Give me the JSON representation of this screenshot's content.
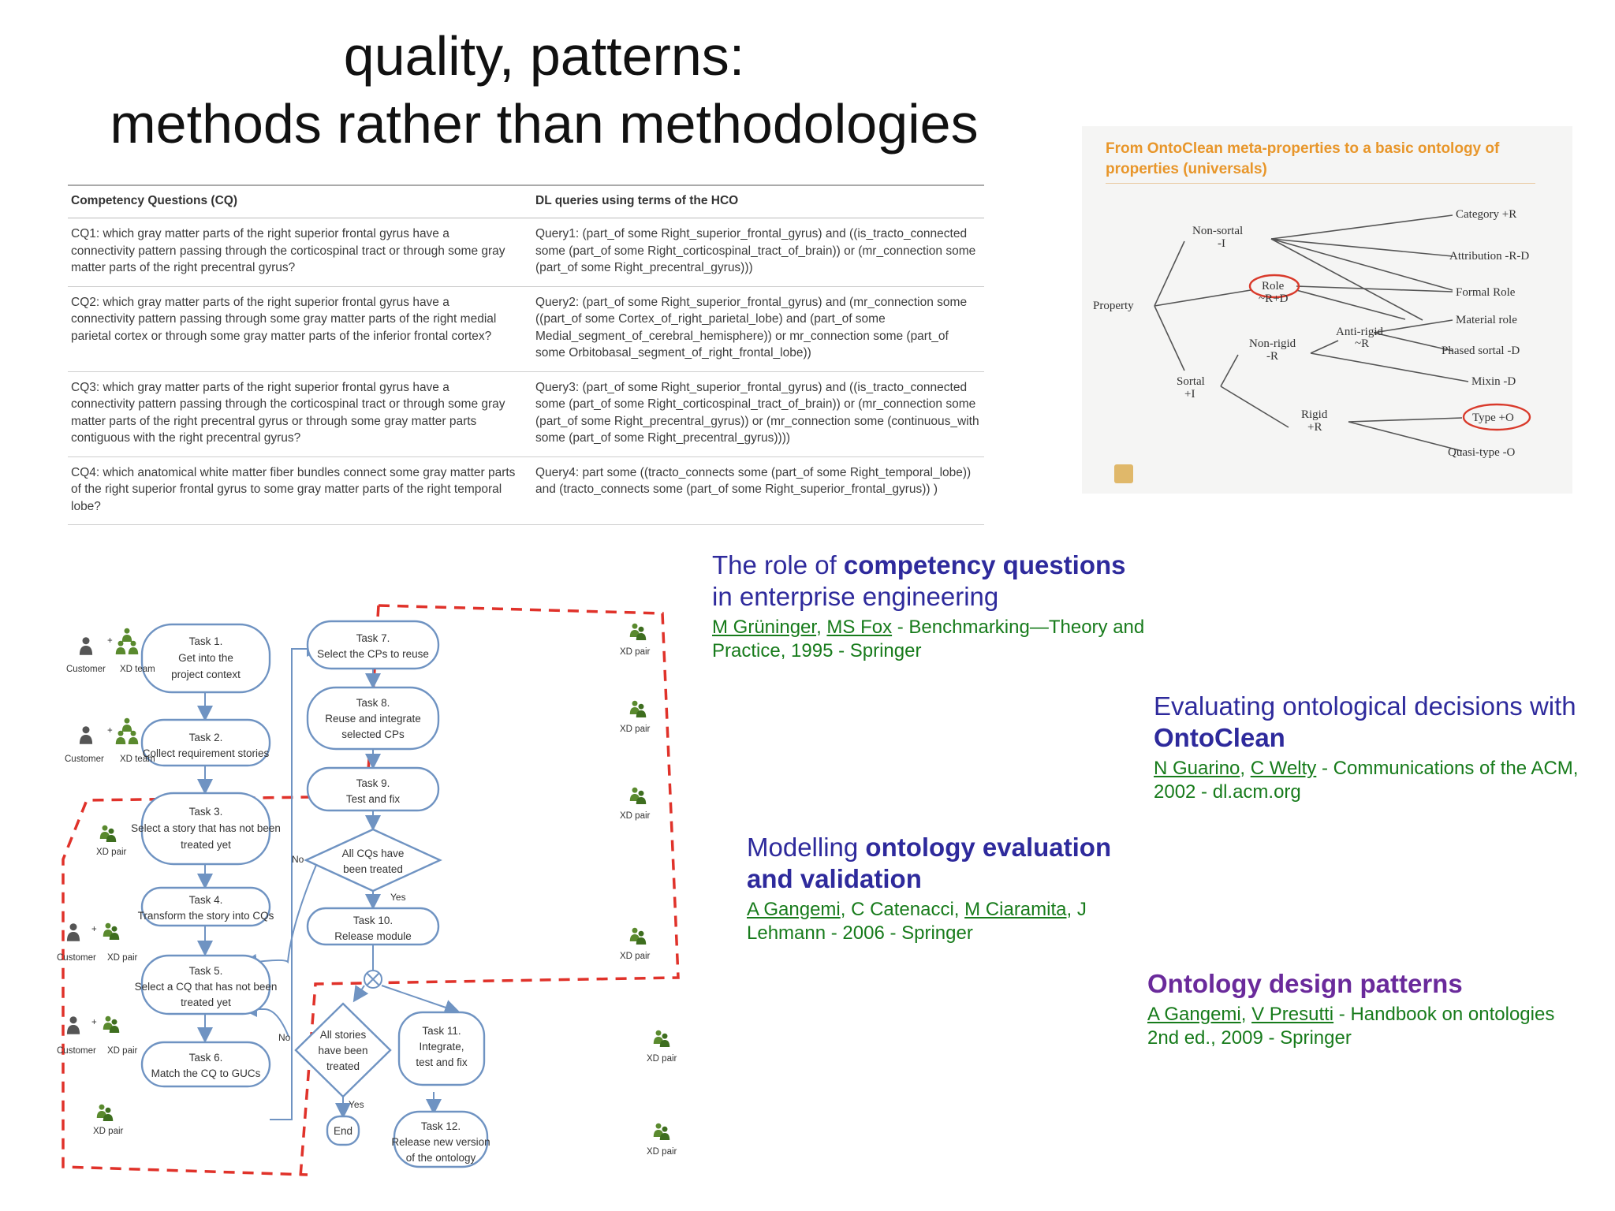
{
  "slide": {
    "title_line1": "quality, patterns:",
    "title_line2": "methods rather than methodologies"
  },
  "cq_table": {
    "headers": [
      "Competency Questions (CQ)",
      "DL queries using terms of the HCO"
    ],
    "rows": [
      [
        "CQ1: which gray matter parts of the right superior frontal gyrus have a connectivity pattern passing through the corticospinal tract or through some gray matter parts of the right precentral gyrus?",
        "Query1: (part_of some Right_superior_frontal_gyrus) and ((is_tracto_connected some (part_of some Right_corticospinal_tract_of_brain)) or (mr_connection some (part_of some Right_precentral_gyrus)))"
      ],
      [
        "CQ2: which gray matter parts of the right superior frontal gyrus have a connectivity pattern passing through some gray matter parts of the right medial parietal cortex or through some gray matter parts of the inferior frontal cortex?",
        "Query2: (part_of some Right_superior_frontal_gyrus) and (mr_connection some ((part_of some Cortex_of_right_parietal_lobe) and (part_of some Medial_segment_of_cerebral_hemisphere)) or mr_connection some (part_of some Orbitobasal_segment_of_right_frontal_lobe))"
      ],
      [
        "CQ3: which gray matter parts of the right superior frontal gyrus have a connectivity pattern passing through the corticospinal tract or through some gray matter parts of the right precentral gyrus or through some gray matter parts contiguous with the right precentral gyrus?",
        "Query3: (part_of some Right_superior_frontal_gyrus) and ((is_tracto_connected some (part_of some Right_corticospinal_tract_of_brain)) or (mr_connection some (part_of some Right_precentral_gyrus)) or (mr_connection some (continuous_with some (part_of some Right_precentral_gyrus))))"
      ],
      [
        "CQ4: which anatomical white matter fiber bundles connect some gray matter parts of the right superior frontal gyrus to some gray matter parts of the right temporal lobe?",
        "Query4: part some ((tracto_connects some (part_of some Right_temporal_lobe)) and (tracto_connects some (part_of some Right_superior_frontal_gyrus)) )"
      ]
    ]
  },
  "ontoclean": {
    "title": "From OntoClean meta-properties to a basic ontology of properties (universals)",
    "nodes": {
      "property": "Property",
      "non_sortal_1": "Non-sortal",
      "non_sortal_2": "-I",
      "sortal_1": "Sortal",
      "sortal_2": "+I",
      "role_1": "Role",
      "role_2": "~R+D",
      "non_rigid_1": "Non-rigid",
      "non_rigid_2": "-R",
      "anti_rigid_1": "Anti-rigid",
      "anti_rigid_2": "~R",
      "rigid_1": "Rigid",
      "rigid_2": "+R",
      "category": "Category +R",
      "attribution": "Attribution -R-D",
      "formal_role": "Formal Role",
      "material_role": "Material role",
      "phased_sortal": "Phased sortal -D",
      "mixin": "Mixin -D",
      "type": "Type +O",
      "quasi_type": "Quasi-type -O"
    },
    "highlight_color": "#d93a2b"
  },
  "flowchart": {
    "tasks": {
      "t1": [
        "Task 1.",
        "Get into the",
        "project context"
      ],
      "t2": [
        "Task 2.",
        "Collect requirement stories"
      ],
      "t3": [
        "Task 3.",
        "Select a story that has not been",
        "treated yet"
      ],
      "t4": [
        "Task 4.",
        "Transform the story into CQs"
      ],
      "t5": [
        "Task 5.",
        "Select a CQ that has not been",
        "treated yet"
      ],
      "t6": [
        "Task 6.",
        "Match the CQ to GUCs"
      ],
      "t7": [
        "Task 7.",
        "Select the CPs to reuse"
      ],
      "t8": [
        "Task 8.",
        "Reuse and integrate",
        "selected CPs"
      ],
      "t9": [
        "Task 9.",
        "Test and fix"
      ],
      "t10": [
        "Task 10.",
        "Release module"
      ],
      "t11": [
        "Task 11.",
        "Integrate,",
        "test and fix"
      ],
      "t12": [
        "Task 12.",
        "Release new version",
        "of the ontology"
      ]
    },
    "decisions": {
      "cqs": [
        "All CQs have",
        "been treated"
      ],
      "stories": [
        "All stories",
        "have been",
        "treated"
      ]
    },
    "labels": {
      "yes": "Yes",
      "no": "No",
      "end": "End"
    },
    "actors": {
      "customer": "Customer",
      "xd_team": "XD team",
      "xd_pair": "XD pair",
      "plus": "+"
    },
    "dash_color": "#e0322a",
    "box_color": "#6f93c2"
  },
  "references": [
    {
      "title_plain": "The role of ",
      "title_bold": "competency questions",
      "title_rest": "in enterprise engineering",
      "author1": "M Grüninger",
      "sep1": ", ",
      "author2": "MS Fox",
      "cite_rest": " - Benchmarking—Theory and Practice, 1995 - Springer"
    },
    {
      "title_plain": "Evaluating ontological decisions with ",
      "title_bold": "OntoClean",
      "author1": "N Guarino",
      "sep1": ", ",
      "author2": "C Welty",
      "cite_rest": " - Communications of the ACM, 2002 - dl.acm.org"
    },
    {
      "title_plain": "Modelling ",
      "title_bold": "ontology evaluation and validation",
      "author1": "A Gangemi",
      "mid": ", C Catenacci, ",
      "author2": "M Ciaramita",
      "cite_rest": ", J Lehmann - 2006 - Springer"
    },
    {
      "title": "Ontology design patterns",
      "author1": "A Gangemi",
      "sep1": ", ",
      "author2": "V Presutti",
      "cite_rest": " - Handbook on ontologies 2nd ed., 2009 - Springer"
    }
  ]
}
